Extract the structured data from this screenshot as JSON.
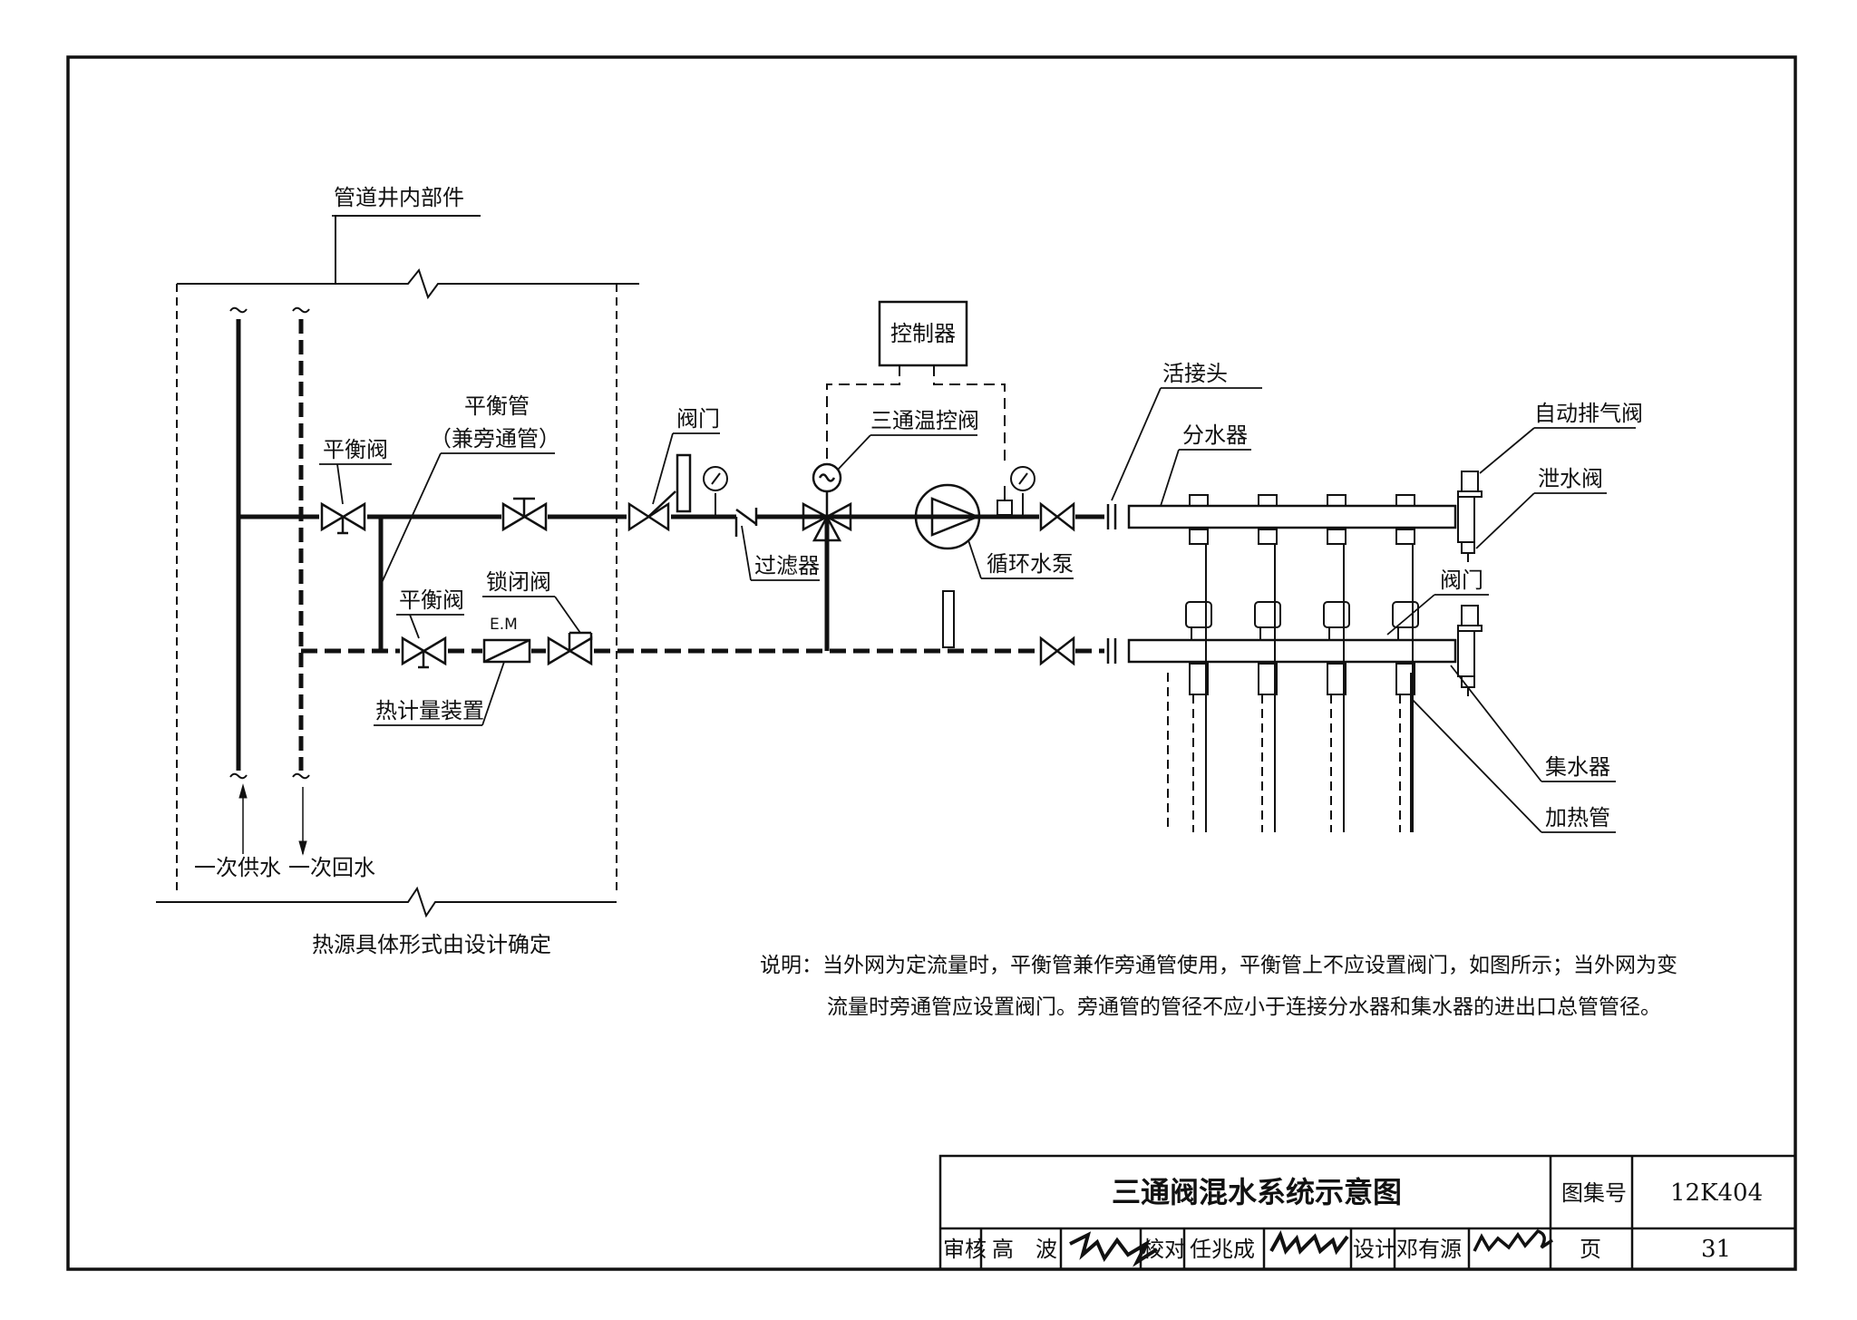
{
  "labels": {
    "shaft_parts": "管道井内部件",
    "heat_source": "热源具体形式由设计确定",
    "primary_supply": "一次供水",
    "primary_return": "一次回水",
    "balance_pipe": "平衡管",
    "balance_pipe_sub": "（兼旁通管）",
    "balance_valve_top": "平衡阀",
    "balance_valve_bottom": "平衡阀",
    "lock_valve": "锁闭阀",
    "heat_meter": "热计量装置",
    "em_mark": "E.M",
    "valve_top": "阀门",
    "filter": "过滤器",
    "controller": "控制器",
    "three_way_valve": "三通温控阀",
    "pump": "循环水泵",
    "union": "活接头",
    "distributor": "分水器",
    "auto_air_vent": "自动排气阀",
    "drain_valve": "泄水阀",
    "valve_right": "阀门",
    "collector": "集水器",
    "heating_pipe": "加热管"
  },
  "note": {
    "line1": "说明：当外网为定流量时，平衡管兼作旁通管使用，平衡管上不应设置阀门，如图所示；当外网为变",
    "line2": "流量时旁通管应设置阀门。旁通管的管径不应小于连接分水器和集水器的进出口总管管径。"
  },
  "title_block": {
    "title": "三通阀混水系统示意图",
    "atlas_label": "图集号",
    "atlas_no": "12K404",
    "review_label": "审核",
    "reviewer": "高　波",
    "check_label": "校对",
    "checker": "任兆成",
    "design_label": "设计",
    "designer": "邓有源",
    "page_label": "页",
    "page_no": "31"
  }
}
